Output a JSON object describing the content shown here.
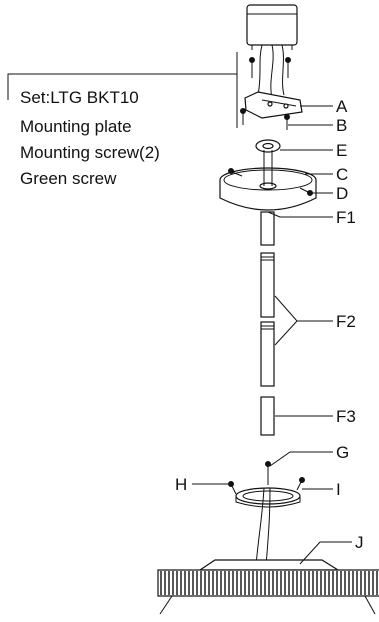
{
  "kit": {
    "lines": [
      "Set:LTG BKT10",
      "Mounting plate",
      "Mounting screw(2)",
      "Green screw"
    ]
  },
  "labels": {
    "A": "A",
    "B": "B",
    "E": "E",
    "C": "C",
    "D": "D",
    "F1": "F1",
    "F2": "F2",
    "F3": "F3",
    "G": "G",
    "H": "H",
    "I": "I",
    "J": "J"
  }
}
